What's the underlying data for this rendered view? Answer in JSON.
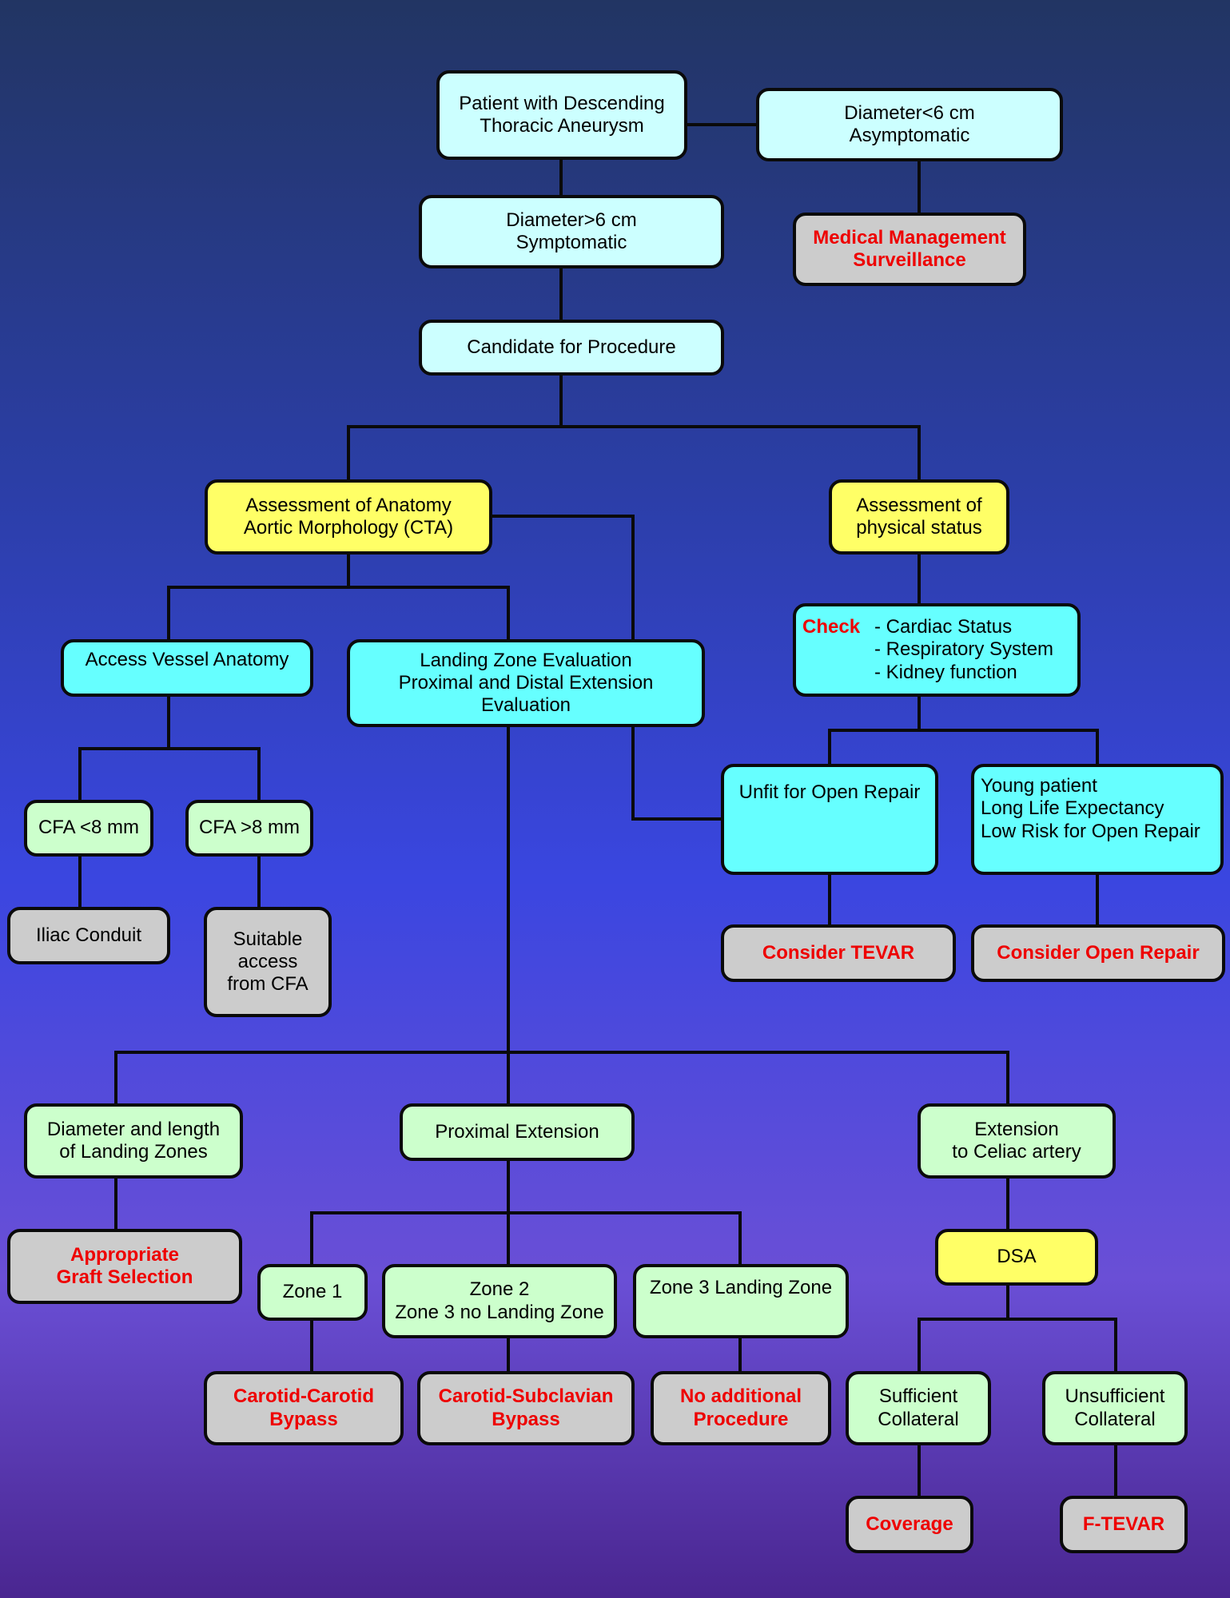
{
  "nodes": {
    "patient": [
      "Patient with Descending",
      "Thoracic Aneurysm"
    ],
    "diam_small": [
      "Diameter<6 cm",
      "Asymptomatic"
    ],
    "medical": [
      "Medical Management",
      "Surveillance"
    ],
    "diam_large": [
      "Diameter>6 cm",
      "Symptomatic"
    ],
    "candidate": [
      "Candidate for Procedure"
    ],
    "anatomy": [
      "Assessment of Anatomy",
      "Aortic Morphology (CTA)"
    ],
    "physical": [
      "Assessment of",
      "physical status"
    ],
    "check": {
      "label": "Check",
      "items": [
        "- Cardiac Status",
        "- Respiratory System",
        "- Kidney function"
      ]
    },
    "access": [
      "Access Vessel Anatomy"
    ],
    "landing": [
      "Landing Zone Evaluation",
      "Proximal and Distal Extension",
      "Evaluation"
    ],
    "cfa_small": [
      "CFA <8 mm"
    ],
    "cfa_large": [
      "CFA >8 mm"
    ],
    "iliac": [
      "Iliac Conduit"
    ],
    "suitable": [
      "Suitable",
      "access",
      "from CFA"
    ],
    "unfit": [
      "Unfit for Open Repair"
    ],
    "young": [
      "Young patient",
      "Long Life Expectancy",
      "Low Risk for Open Repair"
    ],
    "tevar": [
      "Consider TEVAR"
    ],
    "open": [
      "Consider Open Repair"
    ],
    "diam_length": [
      "Diameter and length",
      "of Landing Zones"
    ],
    "proximal": [
      "Proximal Extension"
    ],
    "celiac": [
      "Extension",
      "to Celiac artery"
    ],
    "graft": [
      "Appropriate",
      "Graft Selection"
    ],
    "zone1": [
      "Zone 1"
    ],
    "zone2": [
      "Zone 2",
      "Zone 3 no Landing Zone"
    ],
    "zone3": [
      "Zone 3 Landing Zone"
    ],
    "dsa": [
      "DSA"
    ],
    "carotid_carotid": [
      "Carotid-Carotid",
      "Bypass"
    ],
    "carotid_subclavian": [
      "Carotid-Subclavian",
      "Bypass"
    ],
    "no_additional": [
      "No additional",
      "Procedure"
    ],
    "sufficient": [
      "Sufficient",
      "Collateral"
    ],
    "insufficient": [
      "Unsufficient",
      "Collateral"
    ],
    "coverage": [
      "Coverage"
    ],
    "ftevar": [
      "F-TEVAR"
    ]
  },
  "colors": {
    "light_cyan": "#ccffff",
    "cyan": "#66ffff",
    "yellow": "#ffff66",
    "light_green": "#ccffcc",
    "gray": "#cccccc",
    "outcome_text": "#ee0000"
  }
}
